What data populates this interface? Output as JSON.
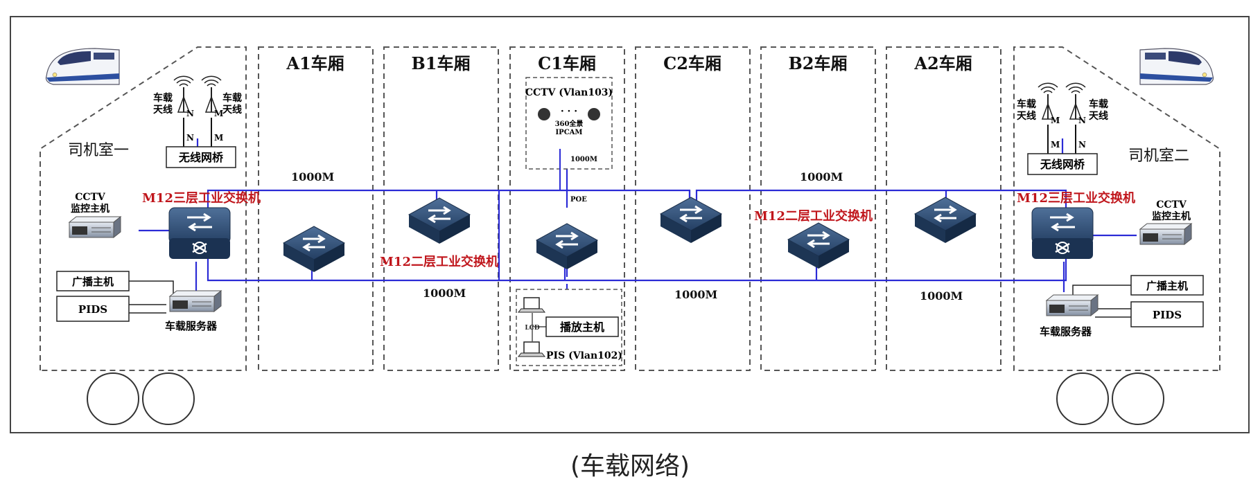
{
  "caption": "(车载网络)",
  "cars": [
    "A1车厢",
    "B1车厢",
    "C1车厢",
    "C2车厢",
    "B2车厢",
    "A2车厢"
  ],
  "cab_left": {
    "title": "司机室一",
    "antenna_label": "车载\n天线",
    "bridge": "无线网桥",
    "switch_label": "M12三层工业交换机",
    "cctv_host": "CCTV\n监控主机",
    "broadcast_host": "广播主机",
    "pids": "PIDS",
    "server": "车载服务器",
    "port_n": "N",
    "port_m": "M"
  },
  "cab_right": {
    "title": "司机室二",
    "antenna_label": "车载\n天线",
    "bridge": "无线网桥",
    "switch_label": "M12三层工业交换机",
    "cctv_host": "CCTV\n监控主机",
    "broadcast_host": "广播主机",
    "pids": "PIDS",
    "server": "车载服务器",
    "port_n": "N",
    "port_m": "M"
  },
  "l2_switch_label": "M12二层工业交换机",
  "link_speed": "1000M",
  "cctv_box": {
    "title": "CCTV (Vlan103)",
    "camera_label": "360全景\nIPCAM",
    "dots": "· · ·",
    "uplink": "1000M"
  },
  "poe": "POE",
  "pis_box": {
    "player": "播放主机",
    "title": "PIS (Vlan102)",
    "lcd": "LCD"
  },
  "colors": {
    "link": "#2b2bd6",
    "red_label": "#c0161c",
    "switch_top": "#2f4f78",
    "switch_side": "#1a3150",
    "dash": "#555555"
  }
}
